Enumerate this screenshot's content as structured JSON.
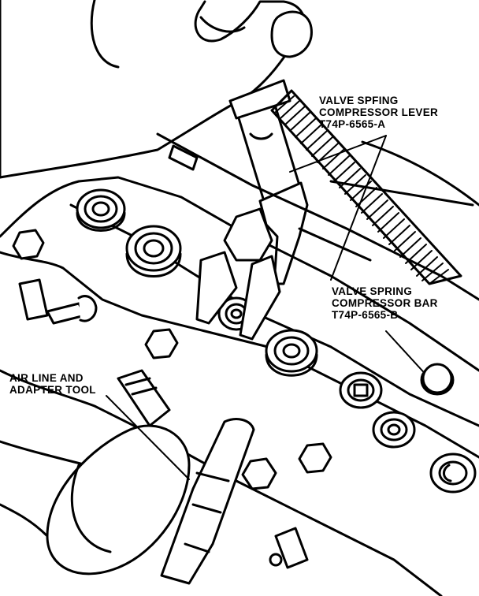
{
  "labels": {
    "lever": {
      "line1": "VALVE SPFING",
      "line2": "COMPRESSOR LEVER",
      "line3": "T74P-6565-A"
    },
    "bar": {
      "line1": "VALVE SPRING",
      "line2": "COMPRESSOR BAR",
      "line3": "T74P-6565-B"
    },
    "air": {
      "line1": "AIR LINE AND",
      "line2": "ADAPTER TOOL"
    }
  },
  "colors": {
    "ink": "#000000",
    "paper": "#ffffff"
  }
}
